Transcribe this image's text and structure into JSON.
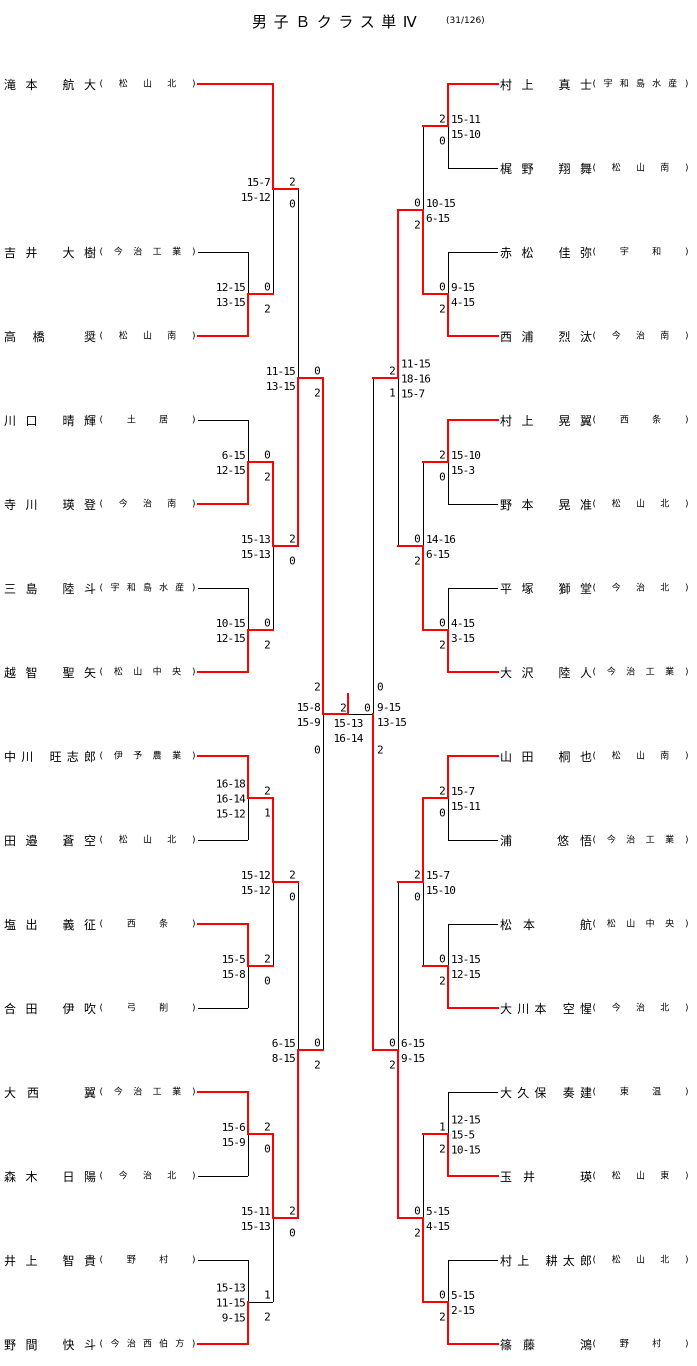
{
  "title": {
    "text": "男子Ｂクラス単Ⅳ",
    "entries": "(31/126)"
  },
  "colors": {
    "winner_path": "#ff0000",
    "bracket_line": "#000000",
    "text": "#000000",
    "background": "#ffffff"
  },
  "draw": {
    "left": [
      {
        "name": "滝本 航大",
        "school": "(松山北)"
      },
      null,
      {
        "name": "吉井 大樹",
        "school": "(今治工業)"
      },
      {
        "name": "高橋 奨",
        "school": "(松山南)"
      },
      {
        "name": "川口 晴輝",
        "school": "(土居)"
      },
      {
        "name": "寺川 瑛登",
        "school": "(今治南)"
      },
      {
        "name": "三島 陸斗",
        "school": "(宇和島水産)"
      },
      {
        "name": "越智 聖矢",
        "school": "(松山中央)"
      },
      {
        "name": "中川 旺志郎",
        "school": "(伊予農業)"
      },
      {
        "name": "田邉 蒼空",
        "school": "(松山北)"
      },
      {
        "name": "塩出 義征",
        "school": "(西条)"
      },
      {
        "name": "合田 伊吹",
        "school": "(弓削)"
      },
      {
        "name": "大西  翼",
        "school": "(今治工業)"
      },
      {
        "name": "森木 日陽",
        "school": "(今治北)"
      },
      {
        "name": "井上 智貴",
        "school": "(野村)"
      },
      {
        "name": "野間 快斗",
        "school": "(今治西伯方)"
      }
    ],
    "right": [
      {
        "name": "村上 真士",
        "school": "(宇和島水産)"
      },
      {
        "name": "梶野 翔舞",
        "school": "(松山南)"
      },
      {
        "name": "赤松 佳弥",
        "school": "(宇和)"
      },
      {
        "name": "西浦 烈汰",
        "school": "(今治南)"
      },
      {
        "name": "村上 晃翼",
        "school": "(西条)"
      },
      {
        "name": "野本 晃准",
        "school": "(松山北)"
      },
      {
        "name": "平塚 獅堂",
        "school": "(今治北)"
      },
      {
        "name": "大沢 陸人",
        "school": "(今治工業)"
      },
      {
        "name": "山田 桐也",
        "school": "(松山南)"
      },
      {
        "name": "浦  悠悟",
        "school": "(今治工業)"
      },
      {
        "name": "松本  航",
        "school": "(松山中央)"
      },
      {
        "name": "大川本 空惺",
        "school": "(今治北)"
      },
      {
        "name": "大久保 奏建",
        "school": "(東温)"
      },
      {
        "name": "玉井  瑛",
        "school": "(松山東)"
      },
      {
        "name": "村上 耕太郎",
        "school": "(松山北)"
      },
      {
        "name": "篠藤  鴻",
        "school": "(野村)"
      }
    ]
  },
  "results": {
    "left": {
      "round1": [
        null,
        {
          "scores": [
            "12-15",
            "13-15"
          ],
          "games": [
            0,
            2
          ],
          "winner": "bottom"
        },
        {
          "scores": [
            "6-15",
            "12-15"
          ],
          "games": [
            0,
            2
          ],
          "winner": "bottom"
        },
        {
          "scores": [
            "10-15",
            "12-15"
          ],
          "games": [
            0,
            2
          ],
          "winner": "bottom"
        },
        {
          "scores": [
            "16-18",
            "16-14",
            "15-12"
          ],
          "games": [
            2,
            1
          ],
          "winner": "top"
        },
        {
          "scores": [
            "15-5",
            "15-8"
          ],
          "games": [
            2,
            0
          ],
          "winner": "top"
        },
        {
          "scores": [
            "15-6",
            "15-9"
          ],
          "games": [
            2,
            0
          ],
          "winner": "top"
        },
        {
          "scores": [
            "15-13",
            "11-15",
            "9-15"
          ],
          "games": [
            1,
            2
          ],
          "winner": "bottom",
          "advance_line_marked": false
        }
      ],
      "round2": [
        {
          "scores": [
            "15-7",
            "15-12"
          ],
          "games": [
            2,
            0
          ],
          "winner": "top"
        },
        {
          "scores": [
            "15-13",
            "15-13"
          ],
          "games": [
            2,
            0
          ],
          "winner": "top"
        },
        {
          "scores": [
            "15-12",
            "15-12"
          ],
          "games": [
            2,
            0
          ],
          "winner": "top"
        },
        {
          "scores": [
            "15-11",
            "15-13"
          ],
          "games": [
            2,
            0
          ],
          "winner": "top"
        }
      ],
      "round3": [
        {
          "scores": [
            "11-15",
            "13-15"
          ],
          "games": [
            0,
            2
          ],
          "winner": "bottom"
        },
        {
          "scores": [
            "6-15",
            "8-15"
          ],
          "games": [
            0,
            2
          ],
          "winner": "bottom"
        }
      ],
      "semifinal": [
        {
          "scores": [
            "15-8",
            "15-9"
          ],
          "games": [
            2,
            0
          ],
          "winner": "top"
        }
      ]
    },
    "right": {
      "round1": [
        {
          "scores": [
            "15-11",
            "15-10"
          ],
          "games": [
            2,
            0
          ],
          "winner": "top"
        },
        {
          "scores": [
            "9-15",
            "4-15"
          ],
          "games": [
            0,
            2
          ],
          "winner": "bottom"
        },
        {
          "scores": [
            "15-10",
            "15-3"
          ],
          "games": [
            2,
            0
          ],
          "winner": "top"
        },
        {
          "scores": [
            "4-15",
            "3-15"
          ],
          "games": [
            0,
            2
          ],
          "winner": "bottom"
        },
        {
          "scores": [
            "15-7",
            "15-11"
          ],
          "games": [
            2,
            0
          ],
          "winner": "top"
        },
        {
          "scores": [
            "13-15",
            "12-15"
          ],
          "games": [
            0,
            2
          ],
          "winner": "bottom"
        },
        {
          "scores": [
            "12-15",
            "15-5",
            "10-15"
          ],
          "games": [
            1,
            2
          ],
          "winner": "bottom"
        },
        {
          "scores": [
            "5-15",
            "2-15"
          ],
          "games": [
            0,
            2
          ],
          "winner": "bottom"
        }
      ],
      "round2": [
        {
          "scores": [
            "10-15",
            "6-15"
          ],
          "games": [
            0,
            2
          ],
          "winner": "bottom"
        },
        {
          "scores": [
            "14-16",
            "6-15"
          ],
          "games": [
            0,
            2
          ],
          "winner": "bottom"
        },
        {
          "scores": [
            "15-7",
            "15-10"
          ],
          "games": [
            2,
            0
          ],
          "winner": "top"
        },
        {
          "scores": [
            "5-15",
            "4-15"
          ],
          "games": [
            0,
            2
          ],
          "winner": "bottom"
        }
      ],
      "round3": [
        {
          "scores": [
            "11-15",
            "18-16",
            "15-7"
          ],
          "games": [
            2,
            1
          ],
          "winner": "top"
        },
        {
          "scores": [
            "6-15",
            "9-15"
          ],
          "games": [
            0,
            2
          ],
          "winner": "bottom"
        }
      ],
      "semifinal": [
        {
          "scores": [
            "9-15",
            "13-15"
          ],
          "games": [
            0,
            2
          ],
          "winner": "bottom"
        }
      ]
    },
    "final": {
      "scores": [
        "15-13",
        "16-14"
      ],
      "games": [
        2,
        0
      ],
      "winner": "left"
    }
  }
}
